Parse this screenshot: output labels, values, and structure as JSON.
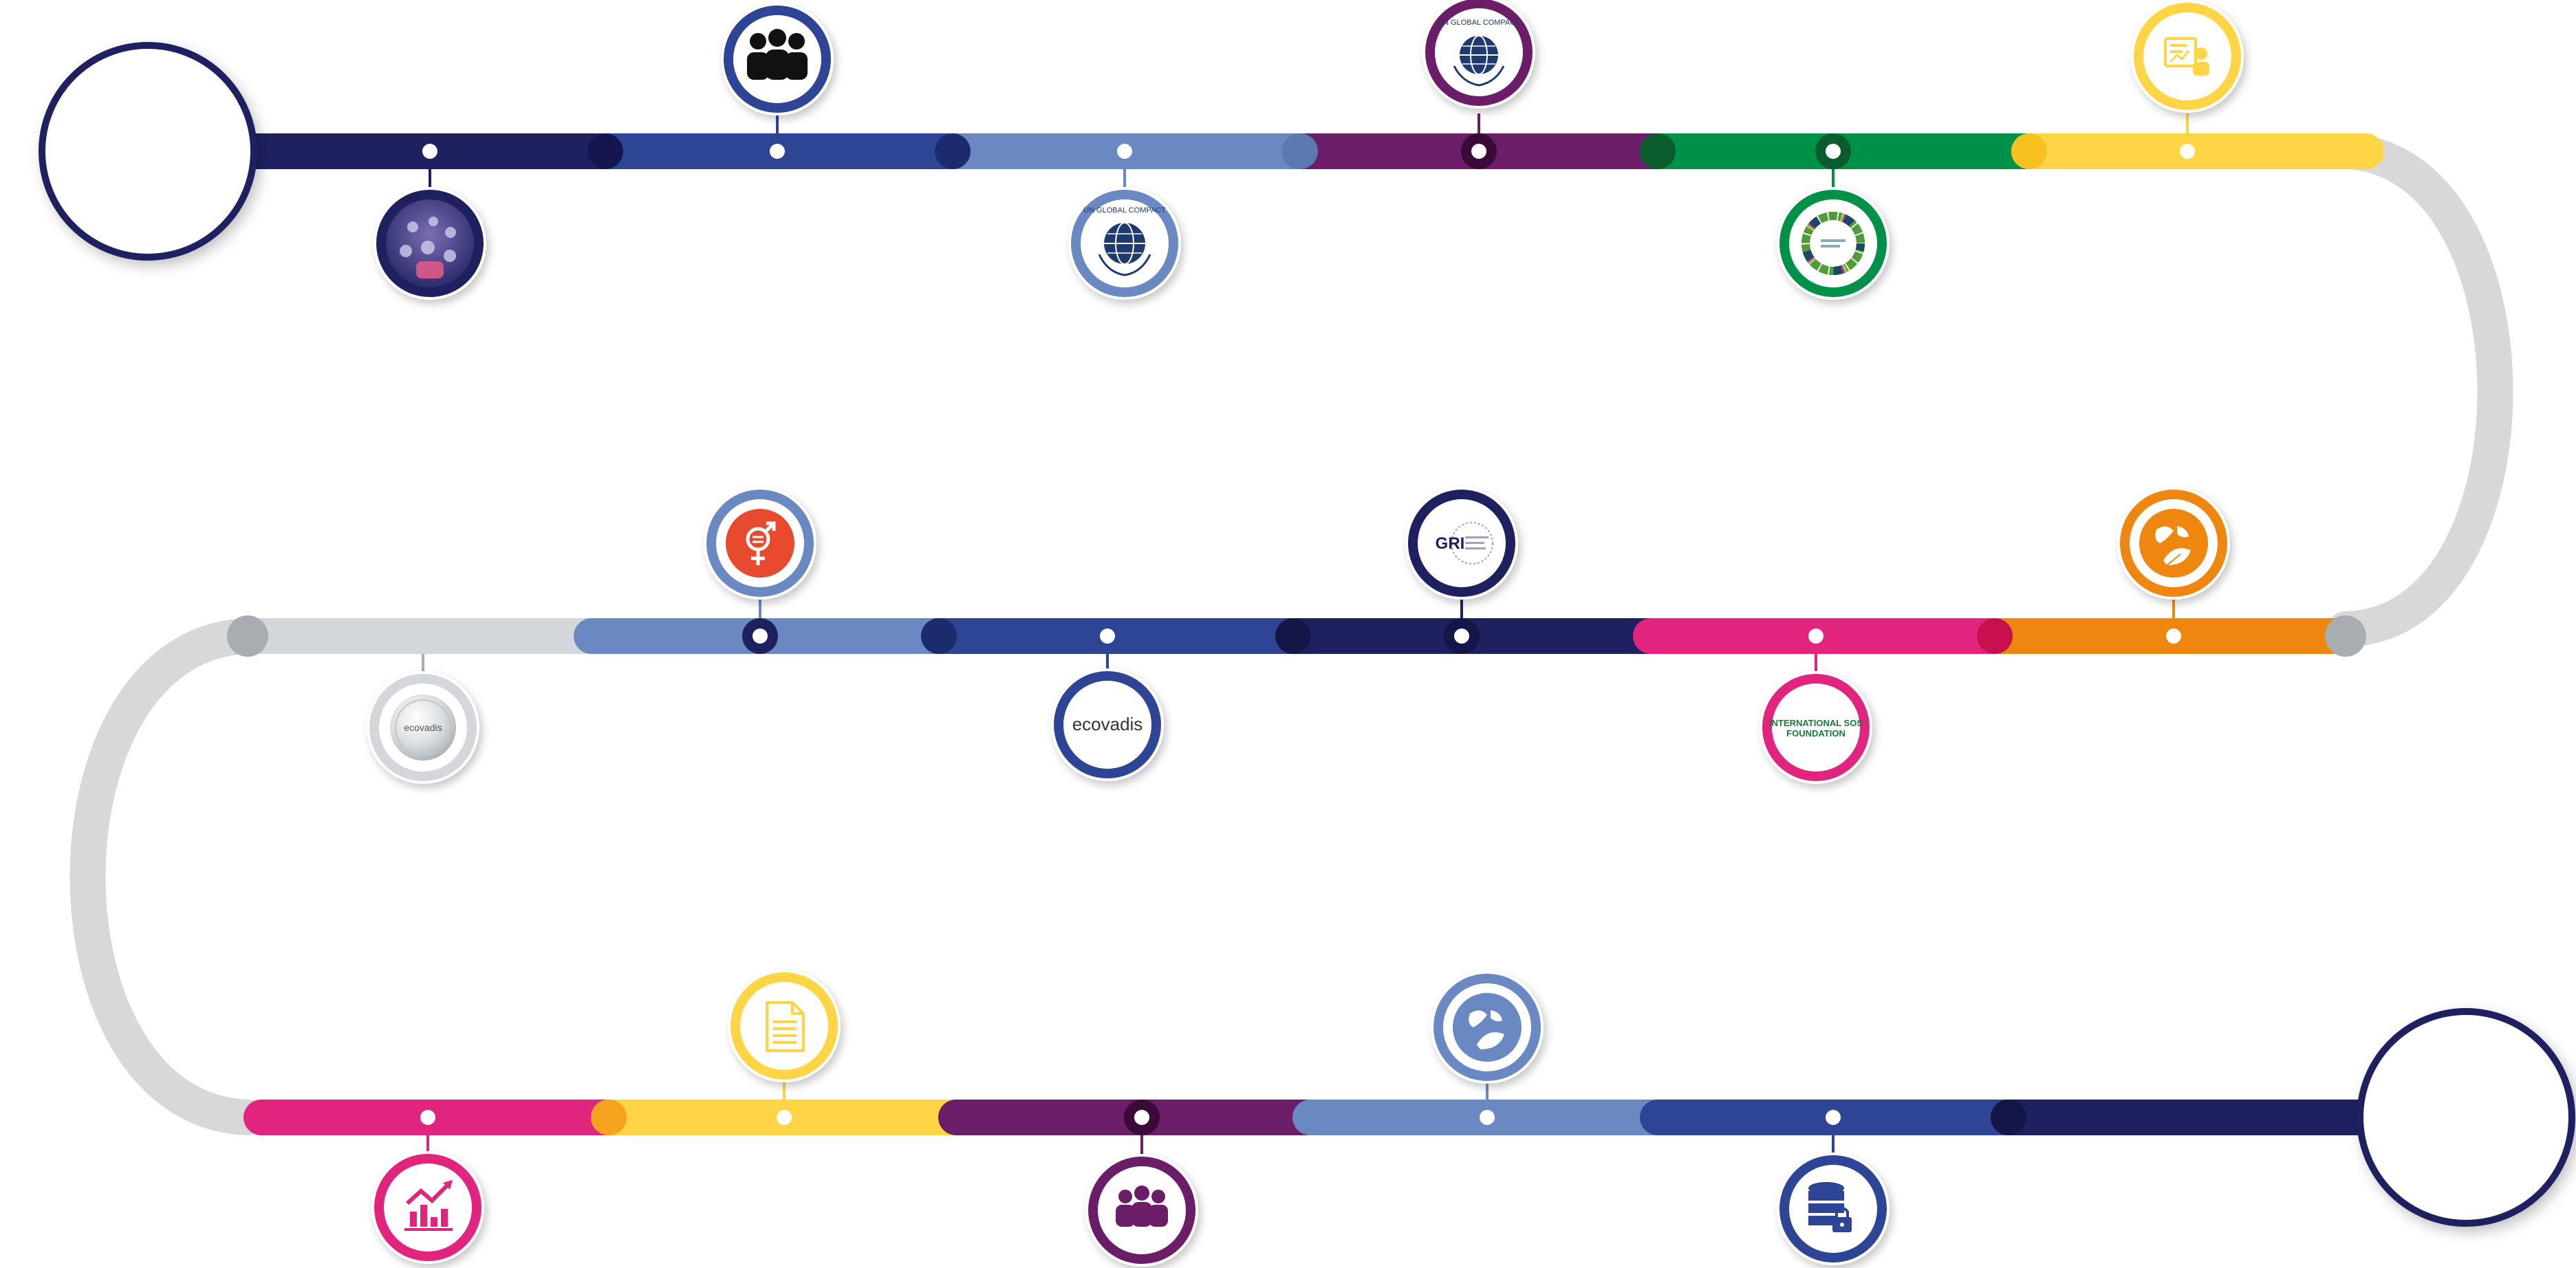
{
  "palette": {
    "navy": "#1f2060",
    "royal": "#2e4596",
    "steel": "#6a89c3",
    "plum": "#6b1d67",
    "green": "#009148",
    "yellow": "#ffd545",
    "silver": "#d3d7dc",
    "grey_track": "#d8d8d8",
    "magenta": "#e1257f",
    "orange": "#ef860f",
    "red": "#e84a2e"
  },
  "milestones": [
    {
      "icon": "people-group-icon",
      "color": "#2e4596"
    },
    {
      "icon": "crowd-photo-icon",
      "color": "#1f2060"
    },
    {
      "icon": "un-global-compact-logo-icon",
      "color": "#6a89c3"
    },
    {
      "icon": "un-global-compact-logo-icon",
      "color": "#6b1d67"
    },
    {
      "icon": "sdg-wheel-icon",
      "color": "#009148"
    },
    {
      "icon": "report-presentation-icon",
      "color": "#ffd545"
    },
    {
      "icon": "gender-equality-icon",
      "color": "#6a89c3"
    },
    {
      "icon": "ecovadis-medal-icon",
      "color": "#d3d7dc"
    },
    {
      "icon": "ecovadis-logo-icon",
      "color": "#2e4596"
    },
    {
      "icon": "gri-logo-icon",
      "color": "#1f2060"
    },
    {
      "icon": "international-sos-foundation-icon",
      "color": "#e1257f"
    },
    {
      "icon": "earth-leaf-icon",
      "color": "#ef860f"
    },
    {
      "icon": "growth-chart-icon",
      "color": "#e1257f"
    },
    {
      "icon": "document-icon",
      "color": "#ffd545"
    },
    {
      "icon": "people-group-icon",
      "color": "#6b1d67"
    },
    {
      "icon": "earth-leaf-icon",
      "color": "#6a89c3"
    },
    {
      "icon": "database-lock-icon",
      "color": "#2e4596"
    }
  ],
  "logos": {
    "un_global_compact": "UN GLOBAL COMPACT",
    "ecovadis": "ecovadis",
    "gri": "GRI",
    "sos_line1": "INTERNATIONAL SOS",
    "sos_line2": "FOUNDATION"
  }
}
